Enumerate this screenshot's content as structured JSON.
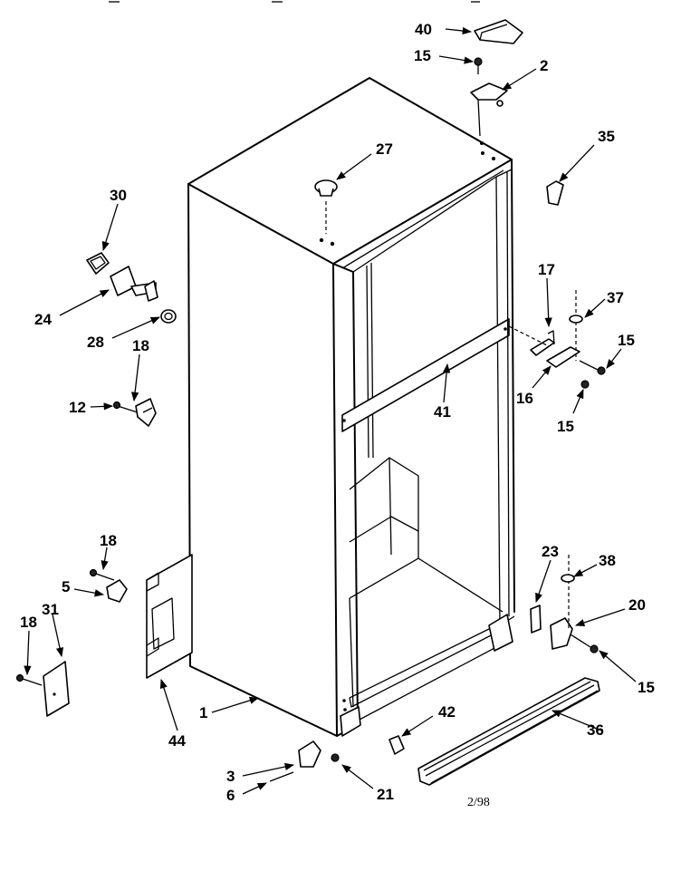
{
  "diagram": {
    "date_stamp": "2/98",
    "callouts": {
      "c40": "40",
      "c15a": "15",
      "c2": "2",
      "c35": "35",
      "c27": "27",
      "c30": "30",
      "c24": "24",
      "c28": "28",
      "c18a": "18",
      "c12": "12",
      "c17": "17",
      "c37": "37",
      "c15b": "15",
      "c16": "16",
      "c15c": "15",
      "c41": "41",
      "c23": "23",
      "c38": "38",
      "c20": "20",
      "c15d": "15",
      "c18b": "18",
      "c5": "5",
      "c18c": "18",
      "c31": "31",
      "c44": "44",
      "c1": "1",
      "c42": "42",
      "c36": "36",
      "c3": "3",
      "c6": "6",
      "c21": "21"
    }
  }
}
